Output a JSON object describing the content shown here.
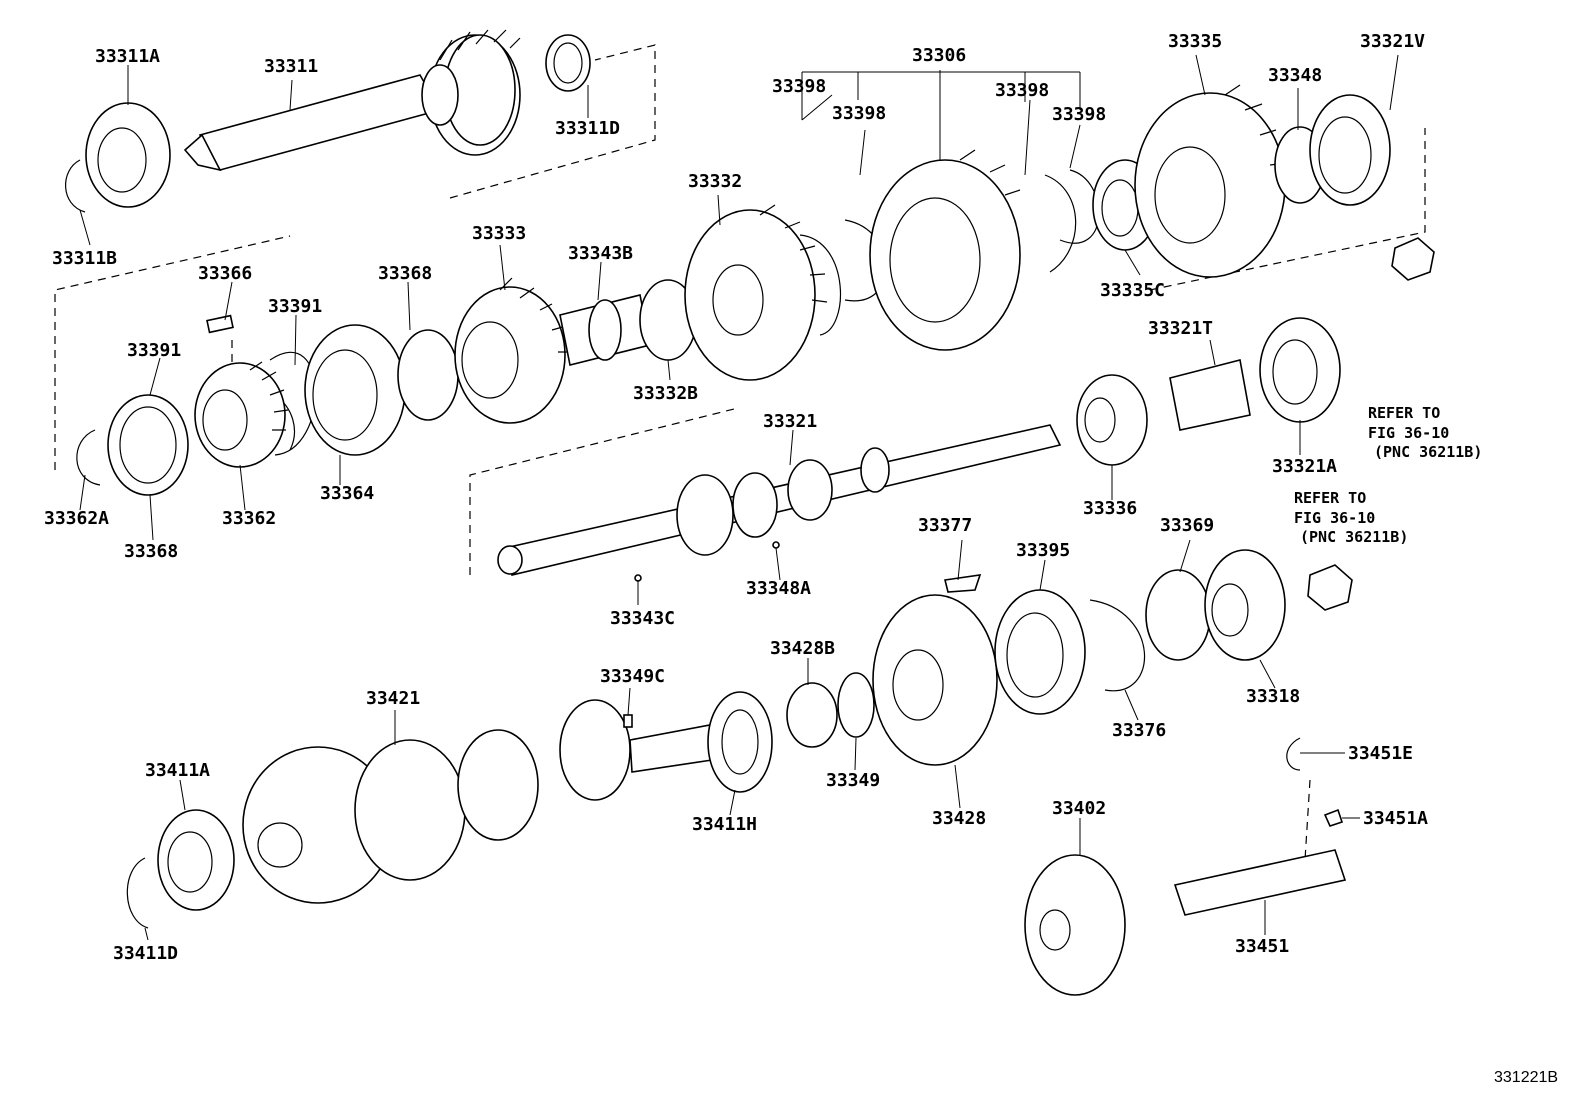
{
  "labels": {
    "p33311A": "33311A",
    "p33311": "33311",
    "p33311D": "33311D",
    "p33311B": "33311B",
    "p33306": "33306",
    "p33398a": "33398",
    "p33398b": "33398",
    "p33398c": "33398",
    "p33398d": "33398",
    "p33335": "33335",
    "p33348": "33348",
    "p33321V": "33321V",
    "p33332": "33332",
    "p33333": "33333",
    "p33343B": "33343B",
    "p33366": "33366",
    "p33368a": "33368",
    "p33391a": "33391",
    "p33391b": "33391",
    "p33335C": "33335C",
    "p33321T": "33321T",
    "p33332B": "33332B",
    "p33321": "33321",
    "p33364": "33364",
    "p33362A": "33362A",
    "p33362": "33362",
    "p33368b": "33368",
    "p33321A": "33321A",
    "p33336": "33336",
    "p33377": "33377",
    "p33395": "33395",
    "p33369": "33369",
    "p33343C": "33343C",
    "p33348A": "33348A",
    "p33428B": "33428B",
    "p33349C": "33349C",
    "p33421": "33421",
    "p33411A": "33411A",
    "p33318": "33318",
    "p33376": "33376",
    "p33349": "33349",
    "p33411H": "33411H",
    "p33428": "33428",
    "p33451E": "33451E",
    "p33402": "33402",
    "p33451A": "33451A",
    "p33451": "33451",
    "p33411D": "33411D"
  },
  "references": {
    "upper": [
      "REFER TO",
      "FIG 36-10",
      "(PNC 36211B)"
    ],
    "lower": [
      "REFER TO",
      "FIG 36-10",
      "(PNC 36211B)"
    ]
  },
  "figure_code": "331221B"
}
